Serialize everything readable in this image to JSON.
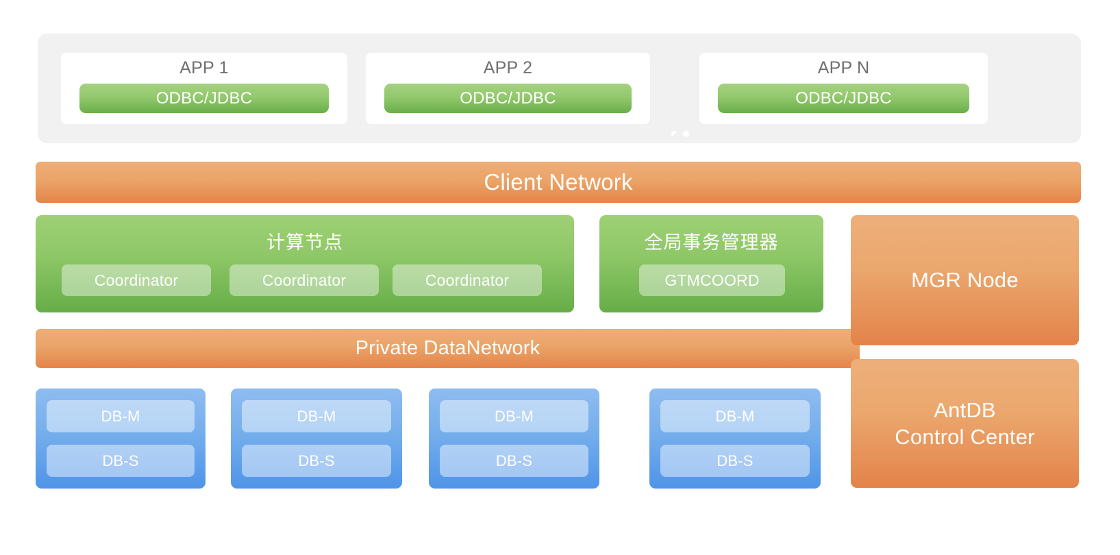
{
  "app_tier": {
    "cards": [
      {
        "title": "APP 1",
        "connector": "ODBC/JDBC"
      },
      {
        "title": "APP 2",
        "connector": "ODBC/JDBC"
      },
      {
        "title": "APP N",
        "connector": "ODBC/JDBC"
      }
    ]
  },
  "networks": {
    "client": "Client Network",
    "private": "Private DataNetwork"
  },
  "compute": {
    "title": "计算节点",
    "nodes": [
      "Coordinator",
      "Coordinator",
      "Coordinator"
    ]
  },
  "gtm": {
    "title": "全局事务管理器",
    "nodes": [
      "GTMCOORD"
    ]
  },
  "right_panels": [
    {
      "label": "MGR Node"
    },
    {
      "label": "AntDB\nControl Center"
    }
  ],
  "db_clusters": [
    {
      "master": "DB-M",
      "slave": "DB-S"
    },
    {
      "master": "DB-M",
      "slave": "DB-S"
    },
    {
      "master": "DB-M",
      "slave": "DB-S"
    },
    {
      "master": "DB-M",
      "slave": "DB-S"
    }
  ],
  "colors": {
    "app_tier_bg": "#f1f1f1",
    "green_top": "#9ed075",
    "green_bottom": "#66ad48",
    "orange_top": "#eead78",
    "orange_bottom": "#e5854a",
    "blue_top": "#8ebcf0",
    "blue_bottom": "#4f94e8",
    "card_bg": "#ffffff",
    "title_text": "#6f6f6f"
  }
}
